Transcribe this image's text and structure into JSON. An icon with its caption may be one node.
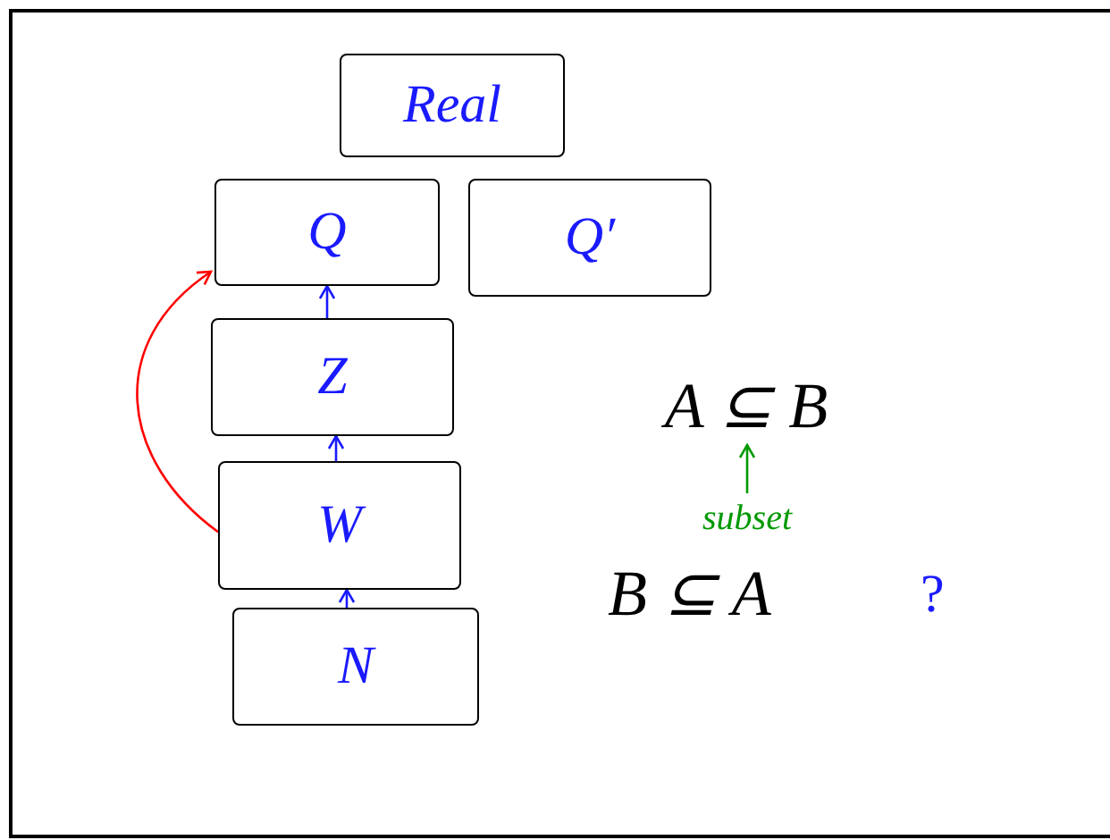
{
  "diagram": {
    "nodes": [
      {
        "text": [
          "Real"
        ]
      },
      {
        "text": [
          "Q"
        ]
      },
      {
        "text": [
          "Q′"
        ]
      },
      {
        "text": [
          "Z"
        ]
      },
      {
        "text": [
          "W"
        ]
      },
      {
        "text": [
          "N"
        ]
      },
      {
        "text": [
          "A ⊆ B"
        ]
      },
      {
        "text": [
          "subset"
        ]
      }
    ],
    "edges": [
      {
        "from": 5,
        "to": 4,
        "arrow": "to"
      },
      {
        "from": 4,
        "to": 3,
        "arrow": "to"
      },
      {
        "from": 3,
        "to": 1,
        "arrow": "to"
      },
      {
        "from": 4,
        "to": 1,
        "arrow": "to",
        "color": "#ff0000"
      },
      {
        "from": 7,
        "to": 6,
        "arrow": "to",
        "color": "#009900"
      }
    ],
    "labels": [
      "B ⊆ A",
      "?"
    ]
  }
}
